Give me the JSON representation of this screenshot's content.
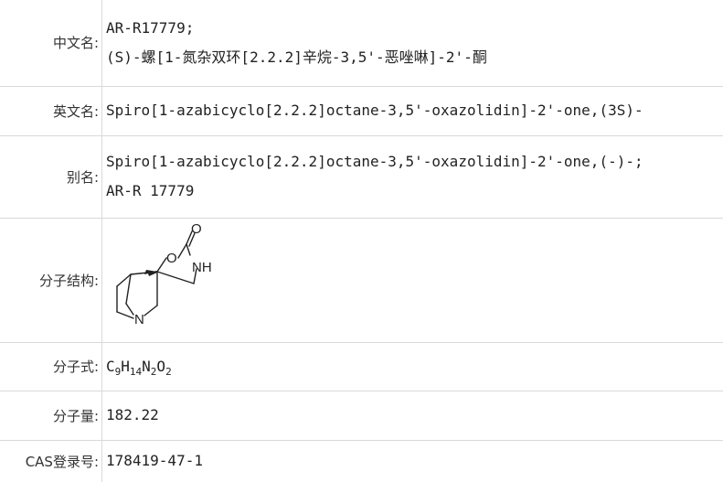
{
  "rows": {
    "chinese_name": {
      "label": "中文名:",
      "lines": [
        "AR-R17779;",
        "(S)-螺[1-氮杂双环[2.2.2]辛烷-3,5'-恶唑啉]-2'-酮"
      ]
    },
    "english_name": {
      "label": "英文名:",
      "value": "Spiro[1-azabicyclo[2.2.2]octane-3,5'-oxazolidin]-2'-one,(3S)-"
    },
    "alias": {
      "label": "别名:",
      "lines": [
        "Spiro[1-azabicyclo[2.2.2]octane-3,5'-oxazolidin]-2'-one,(-)-;",
        "AR-R 17779"
      ]
    },
    "structure": {
      "label": "分子结构:",
      "atoms": {
        "o_top": "O",
        "o_ring": "O",
        "nh": "NH",
        "n": "N"
      }
    },
    "formula": {
      "label": "分子式:",
      "parts": [
        {
          "el": "C",
          "n": "9"
        },
        {
          "el": "H",
          "n": "14"
        },
        {
          "el": "N",
          "n": "2"
        },
        {
          "el": "O",
          "n": "2"
        }
      ]
    },
    "weight": {
      "label": "分子量:",
      "value": "182.22"
    },
    "cas": {
      "label": "CAS登录号:",
      "value": "178419-47-1"
    }
  }
}
